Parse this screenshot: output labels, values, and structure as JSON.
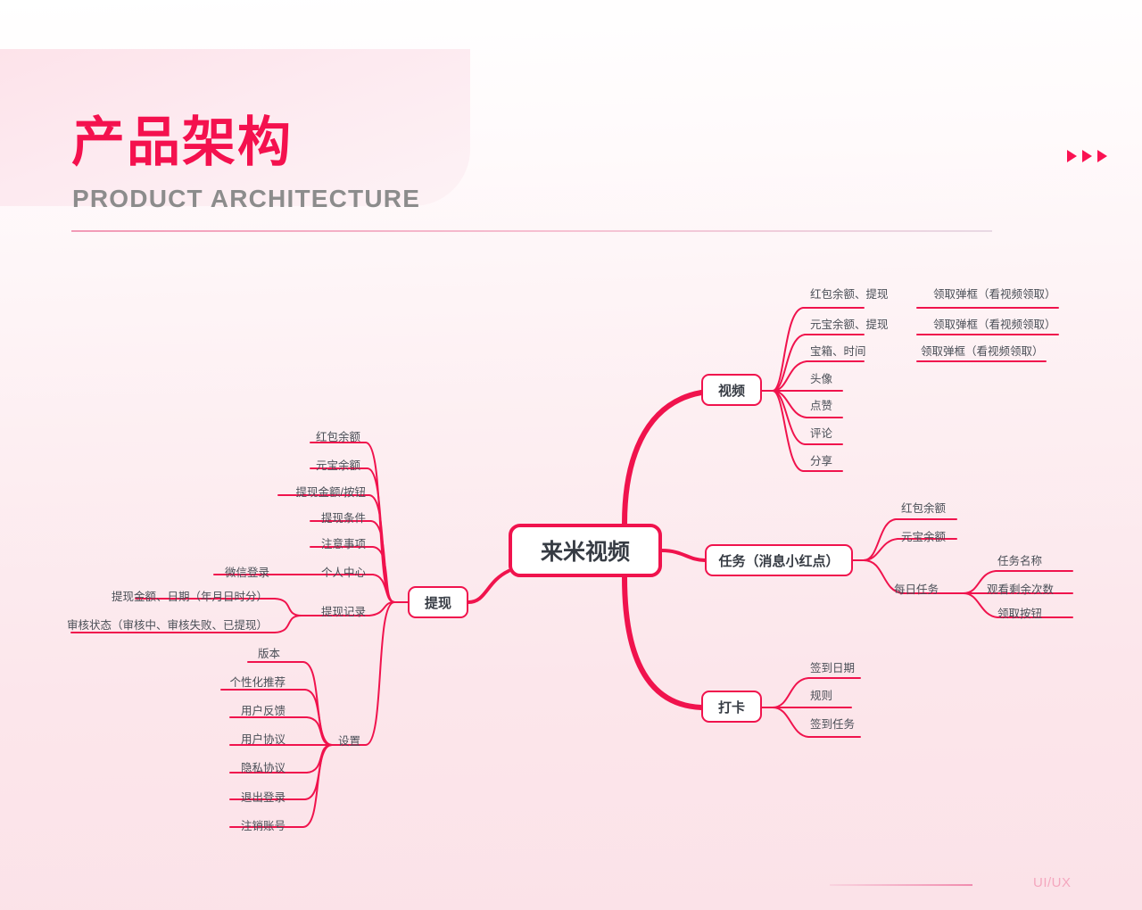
{
  "header": {
    "title_cn": "产品架构",
    "title_en": "PRODUCT ARCHITECTURE",
    "dots_icon": "triangle-marker-icon"
  },
  "footer": {
    "label": "UI/UX"
  },
  "colors": {
    "accent": "#f0134d",
    "accent_bright": "#fa1252",
    "title_cn": "#f4114e",
    "title_en": "#8c8c8c",
    "node_text": "#373c44",
    "leaf_text": "#4a4f57",
    "background_top": "#ffffff",
    "background_bottom": "#fbe2e8",
    "footer_text": "#f4a7be"
  },
  "mindmap": {
    "root": "来米视频",
    "branches": {
      "video": {
        "label": "视频",
        "children": [
          {
            "label": "红包余额、提现",
            "child": "领取弹框（看视频领取）"
          },
          {
            "label": "元宝余额、提现",
            "child": "领取弹框（看视频领取）"
          },
          {
            "label": "宝箱、时间",
            "child": "领取弹框（看视频领取）"
          },
          {
            "label": "头像"
          },
          {
            "label": "点赞"
          },
          {
            "label": "评论"
          },
          {
            "label": "分享"
          }
        ]
      },
      "task": {
        "label": "任务（消息小红点）",
        "children": [
          {
            "label": "红包余额"
          },
          {
            "label": "元宝余额"
          },
          {
            "label": "每日任务",
            "grandchildren": [
              "任务名称",
              "观看剩余次数",
              "领取按钮"
            ]
          }
        ]
      },
      "checkin": {
        "label": "打卡",
        "children": [
          {
            "label": "签到日期"
          },
          {
            "label": "规则"
          },
          {
            "label": "签到任务"
          }
        ]
      },
      "withdraw": {
        "label": "提现",
        "children": [
          {
            "label": "红包余额"
          },
          {
            "label": "元宝余额"
          },
          {
            "label": "提现金额/按钮"
          },
          {
            "label": "提现条件"
          },
          {
            "label": "注意事项"
          },
          {
            "label": "个人中心",
            "grandchildren": [
              "微信登录"
            ]
          },
          {
            "label": "提现记录",
            "grandchildren": [
              "提现金额、日期（年月日时分）",
              "审核状态（审核中、审核失败、已提现）"
            ]
          },
          {
            "label": "设置",
            "grandchildren": [
              "版本",
              "个性化推荐",
              "用户反馈",
              "用户协议",
              "隐私协议",
              "退出登录",
              "注销账号"
            ]
          }
        ]
      }
    }
  }
}
